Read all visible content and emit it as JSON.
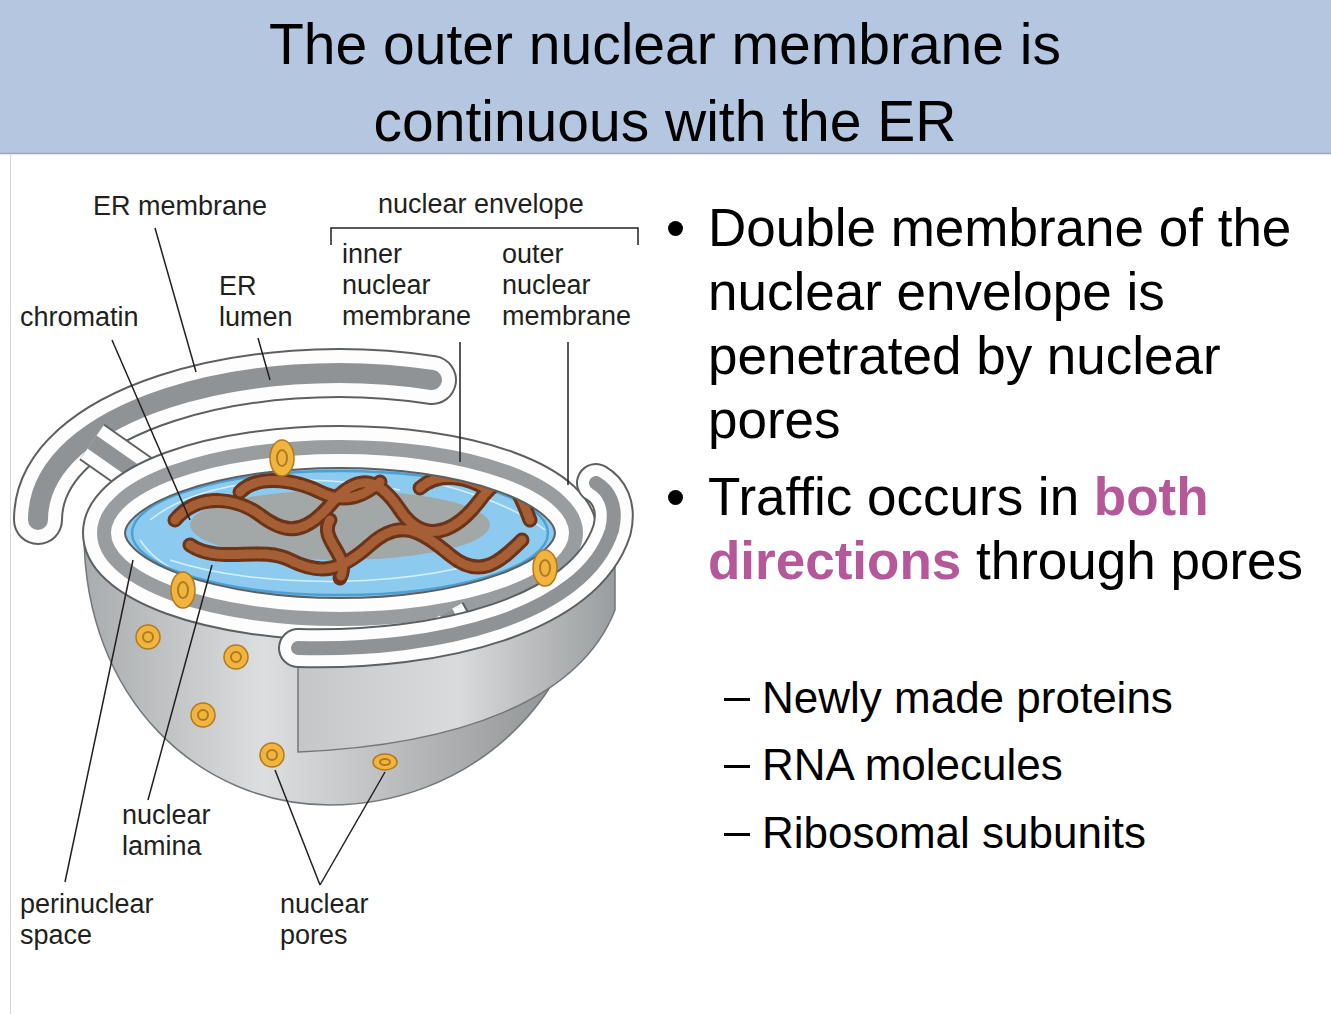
{
  "diagram": {
    "title": "The outer nuclear membrane is continuous with the ER",
    "labels": [
      "ER membrane",
      "nuclear envelope",
      "ER lumen",
      "chromatin",
      "inner nuclear membrane",
      "outer nuclear membrane",
      "nuclear lamina",
      "perinuclear space",
      "nuclear pores",
      "Double membrane of the nuclear envelope is penetrated by nuclear pores",
      "Traffic occurs in",
      "both directions",
      "through pores",
      "Newly made proteins",
      "RNA molecules",
      "Ribosomal subunits"
    ]
  }
}
